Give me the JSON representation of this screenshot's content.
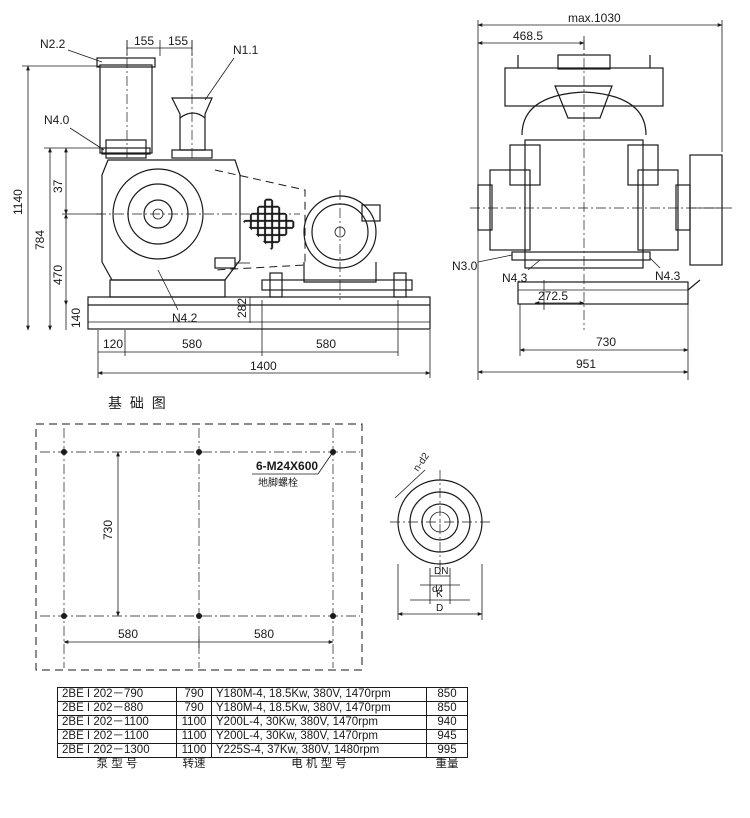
{
  "side_view": {
    "labels": {
      "n22": "N2.2",
      "n11": "N1.1",
      "n40": "N4.0",
      "n42": "N4.2",
      "d155a": "155",
      "d155b": "155",
      "d1140": "1140",
      "d784": "784",
      "d470": "470",
      "d37": "37",
      "d140": "140",
      "d282": "282",
      "d120": "120",
      "d580a": "580",
      "d580b": "580",
      "d1400": "1400"
    }
  },
  "end_view": {
    "labels": {
      "max1030": "max.1030",
      "d4685": "468.5",
      "n30": "N3.0",
      "n43a": "N4.3",
      "n43b": "N4.3",
      "d2725": "272.5",
      "d730": "730",
      "d951": "951"
    }
  },
  "foundation": {
    "title": "基  础  图",
    "bolt_spec": "6-M24X600",
    "bolt_note": "地脚螺栓",
    "d730": "730",
    "d580a": "580",
    "d580b": "580"
  },
  "flange": {
    "labels": {
      "holes": "n-d2",
      "dn": "DN",
      "d4": "d4",
      "k": "K",
      "d": "D"
    }
  },
  "spec_table": {
    "headers": [
      "泵 型 号",
      "转速",
      "电 机 型 号",
      "重量"
    ],
    "rows": [
      {
        "model": "2BE I 202－790",
        "speed": "790",
        "motor": "Y180M-4, 18.5Kw, 380V, 1470rpm",
        "weight": "850"
      },
      {
        "model": "2BE I 202－880",
        "speed": "790",
        "motor": "Y180M-4, 18.5Kw, 380V, 1470rpm",
        "weight": "850"
      },
      {
        "model": "2BE I 202－1100",
        "speed": "1100",
        "motor": "Y200L-4, 30Kw, 380V, 1470rpm",
        "weight": "940"
      },
      {
        "model": "2BE I 202－1100",
        "speed": "1100",
        "motor": "Y200L-4, 30Kw, 380V, 1470rpm",
        "weight": "945"
      },
      {
        "model": "2BE I 202－1300",
        "speed": "1100",
        "motor": "Y225S-4, 37Kw, 380V, 1480rpm",
        "weight": "995"
      }
    ]
  }
}
